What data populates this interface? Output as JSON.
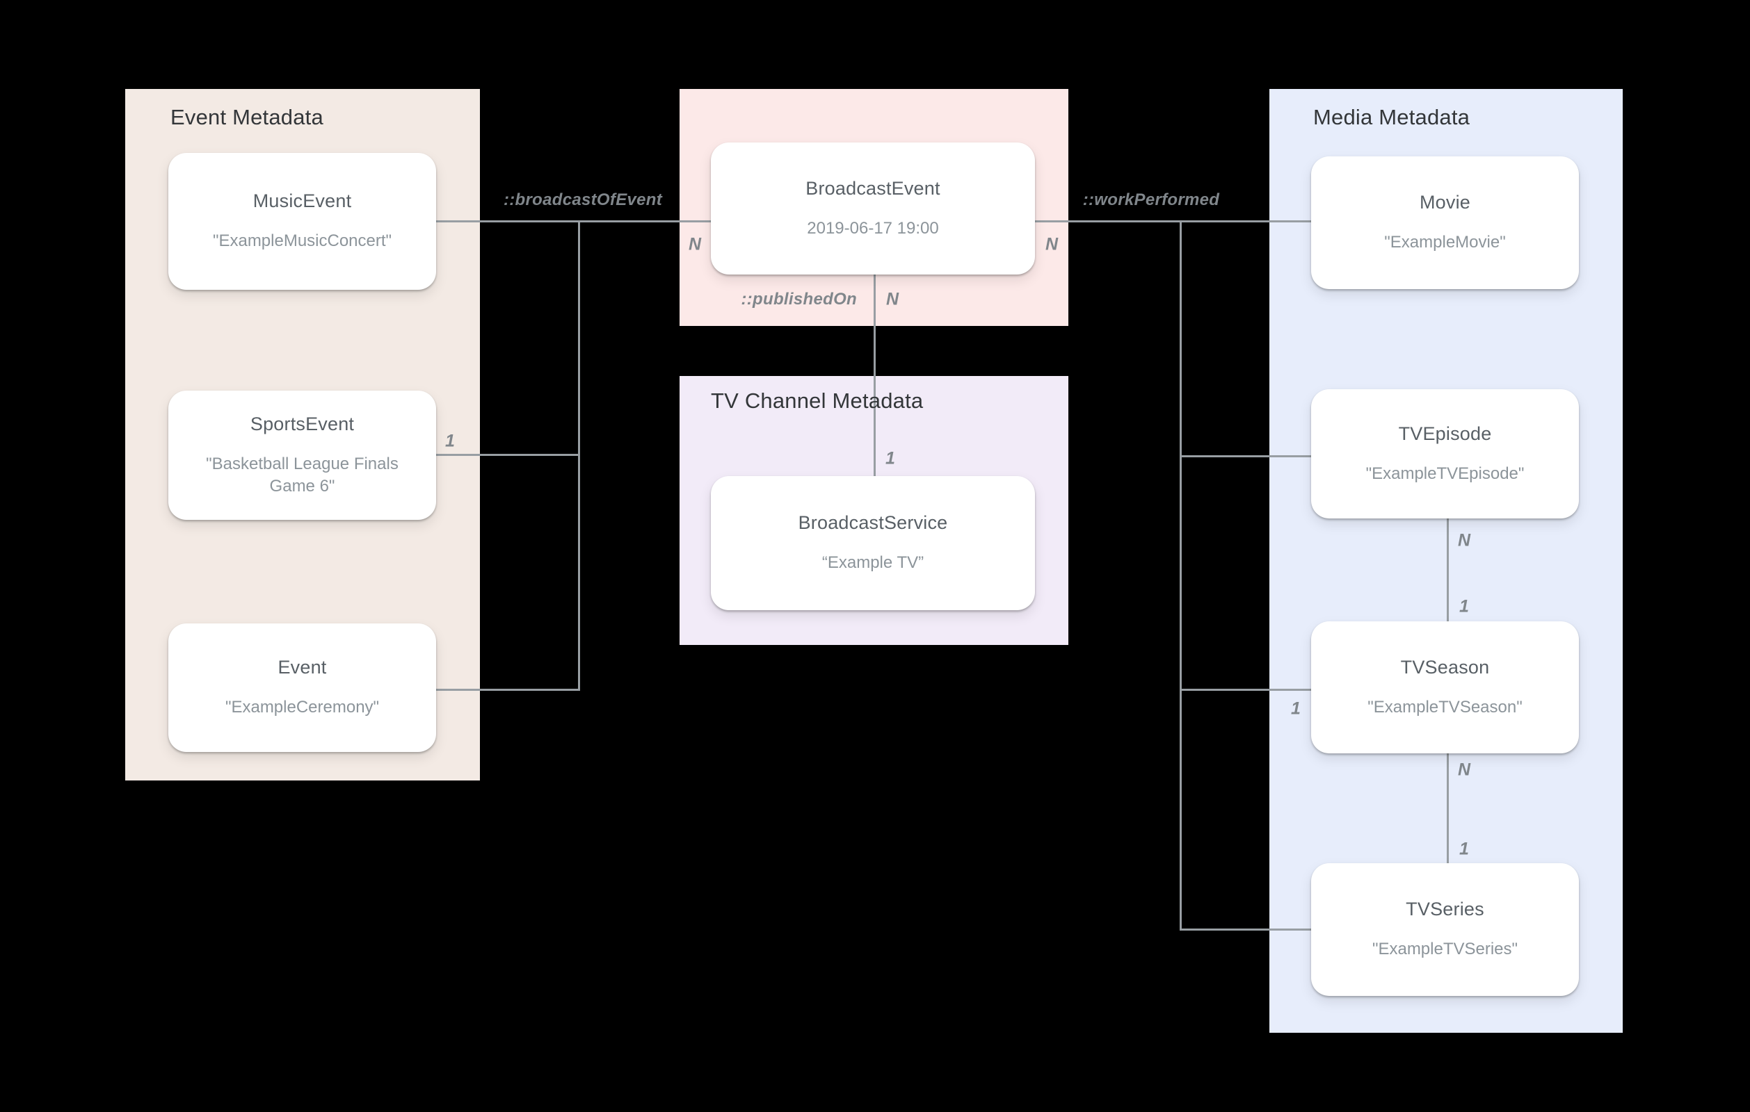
{
  "diagram": {
    "background": "#000000",
    "colors": {
      "event_panel": "#F3EAE4",
      "broadcast_panel": "#FCE9E8",
      "tv_channel_panel": "#F2EBF8",
      "media_panel": "#E7EDFB",
      "card": "#FFFFFF",
      "line": "#989EA3",
      "panel_title_text": "#333639",
      "node_title_text": "#585F65",
      "node_value_text": "#8C949A",
      "label_text": "#80868B"
    },
    "panels": {
      "event": {
        "title": "Event Metadata"
      },
      "tv_channel": {
        "title": "TV Channel Metadata"
      },
      "media": {
        "title": "Media Metadata"
      }
    },
    "nodes": {
      "music_event": {
        "title": "MusicEvent",
        "value": "\"ExampleMusicConcert\""
      },
      "sports_event": {
        "title": "SportsEvent",
        "value": "\"Basketball League Finals Game 6\""
      },
      "event": {
        "title": "Event",
        "value": "\"ExampleCeremony\""
      },
      "broadcast_event": {
        "title": "BroadcastEvent",
        "value": "2019-06-17 19:00"
      },
      "broadcast_service": {
        "title": "BroadcastService",
        "value": "“Example TV”"
      },
      "movie": {
        "title": "Movie",
        "value": "\"ExampleMovie\""
      },
      "tv_episode": {
        "title": "TVEpisode",
        "value": "\"ExampleTVEpisode\""
      },
      "tv_season": {
        "title": "TVSeason",
        "value": "\"ExampleTVSeason\""
      },
      "tv_series": {
        "title": "TVSeries",
        "value": "\"ExampleTVSeries\""
      }
    },
    "edges": {
      "broadcast_of_event": "::broadcastOfEvent",
      "work_performed": "::workPerformed",
      "published_on": "::publishedOn"
    },
    "cardinality": {
      "n": "N",
      "one": "1"
    }
  }
}
